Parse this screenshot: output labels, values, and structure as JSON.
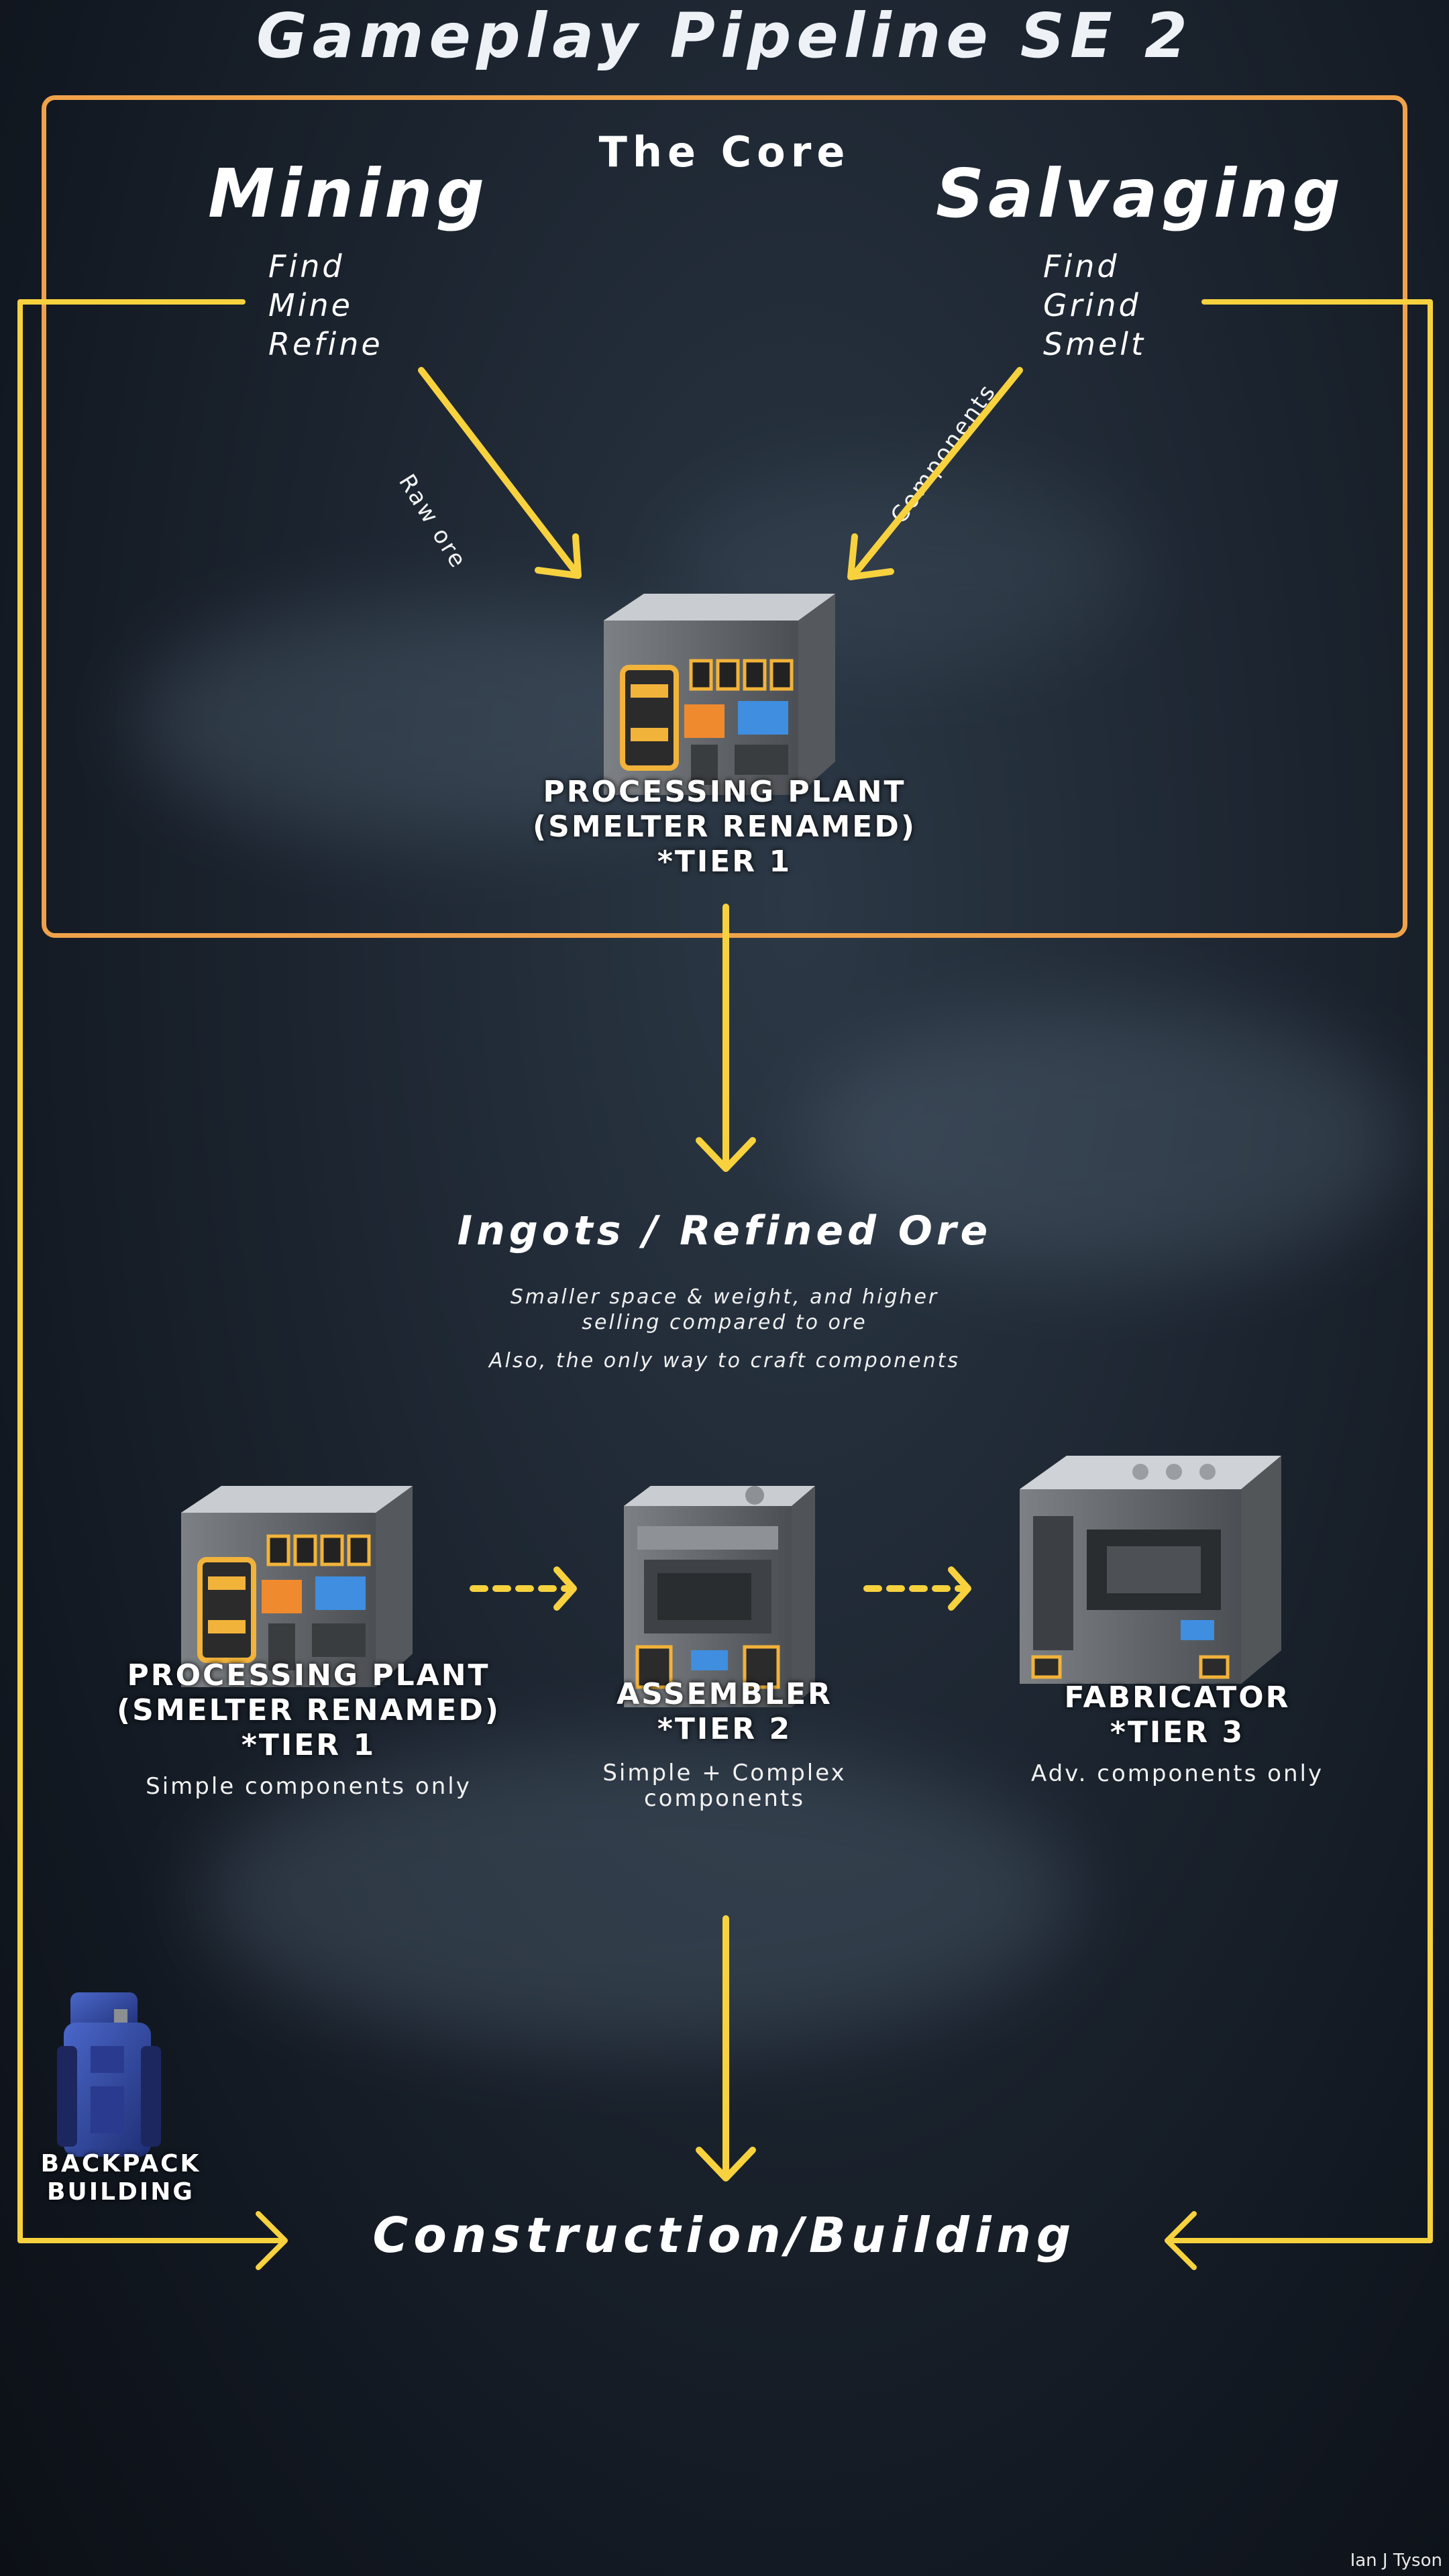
{
  "title": "Gameplay Pipeline SE 2",
  "core": {
    "label": "The Core",
    "mining": {
      "heading": "Mining",
      "steps": [
        "Find",
        "Mine",
        "Refine"
      ]
    },
    "salvaging": {
      "heading": "Salvaging",
      "steps": [
        "Find",
        "Grind",
        "Smelt"
      ]
    },
    "arrow_left_label": "Raw ore",
    "arrow_right_label": "Components",
    "plant": {
      "line1": "PROCESSING PLANT",
      "line2": "(SMELTER RENAMED)",
      "line3": "*TIER 1"
    }
  },
  "ingots": {
    "heading": "Ingots / Refined Ore",
    "note1": "Smaller space & weight, and higher",
    "note2": "selling compared to ore",
    "note3": "Also, the only way to craft components"
  },
  "machines": [
    {
      "line1": "PROCESSING PLANT",
      "line2": "(SMELTER RENAMED)",
      "line3": "*TIER 1",
      "desc1": "Simple components only",
      "desc2": ""
    },
    {
      "line1": "ASSEMBLER",
      "line2": "*TIER 2",
      "line3": "",
      "desc1": "Simple + Complex",
      "desc2": "components"
    },
    {
      "line1": "FABRICATOR",
      "line2": "*TIER 3",
      "line3": "",
      "desc1": "Adv. components only",
      "desc2": ""
    }
  ],
  "backpack": {
    "line1": "BACKPACK",
    "line2": "BUILDING"
  },
  "construction": "Construction/Building",
  "credit": "Ian J Tyson",
  "colors": {
    "arrow": "#f7d23e",
    "core_border": "#f0a24b",
    "dotted": "#f7d23e"
  }
}
